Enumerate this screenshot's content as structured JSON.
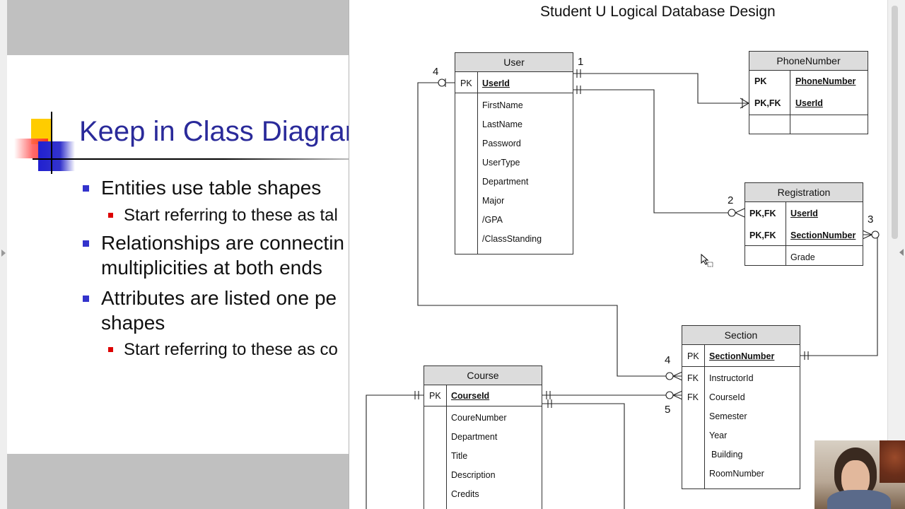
{
  "slide": {
    "title": "Keep in Class Diagrar",
    "bullets": [
      {
        "text": "Entities use table shapes",
        "sub": [
          "Start referring to these as tal"
        ]
      },
      {
        "text": "Relationships are connectin",
        "text2": "multiplicities at both ends"
      },
      {
        "text": "Attributes are listed one pe",
        "text2": "shapes",
        "sub": [
          "Start referring to these as co"
        ]
      }
    ]
  },
  "diagram": {
    "title": "Student U Logical Database Design",
    "entities": {
      "user": {
        "name": "User",
        "keys": [
          {
            "tag": "PK",
            "field": "UserId"
          }
        ],
        "attributes": [
          "FirstName",
          "LastName",
          "Password",
          "UserType",
          "Department",
          "Major",
          "/GPA",
          "/ClassStanding"
        ]
      },
      "phone": {
        "name": "PhoneNumber",
        "keys": [
          {
            "tag": "PK",
            "field": "PhoneNumber"
          },
          {
            "tag": "PK,FK",
            "field": "UserId"
          }
        ]
      },
      "registration": {
        "name": "Registration",
        "keys": [
          {
            "tag": "PK,FK",
            "field": "UserId"
          },
          {
            "tag": "PK,FK",
            "field": "SectionNumber"
          }
        ],
        "attributes": [
          "Grade"
        ]
      },
      "section": {
        "name": "Section",
        "keys": [
          {
            "tag": "PK",
            "field": "SectionNumber"
          }
        ],
        "fks": [
          {
            "tag": "FK",
            "field": "InstructorId"
          },
          {
            "tag": "FK",
            "field": "CourseId"
          }
        ],
        "attributes": [
          "Semester",
          "Year",
          "Building",
          "RoomNumber"
        ]
      },
      "course": {
        "name": "Course",
        "keys": [
          {
            "tag": "PK",
            "field": "CourseId"
          }
        ],
        "attributes": [
          "CoureNumber",
          "Department",
          "Title",
          "Description",
          "Credits"
        ]
      }
    },
    "relationship_numbers": [
      "1",
      "4",
      "2",
      "3",
      "4",
      "5"
    ]
  }
}
